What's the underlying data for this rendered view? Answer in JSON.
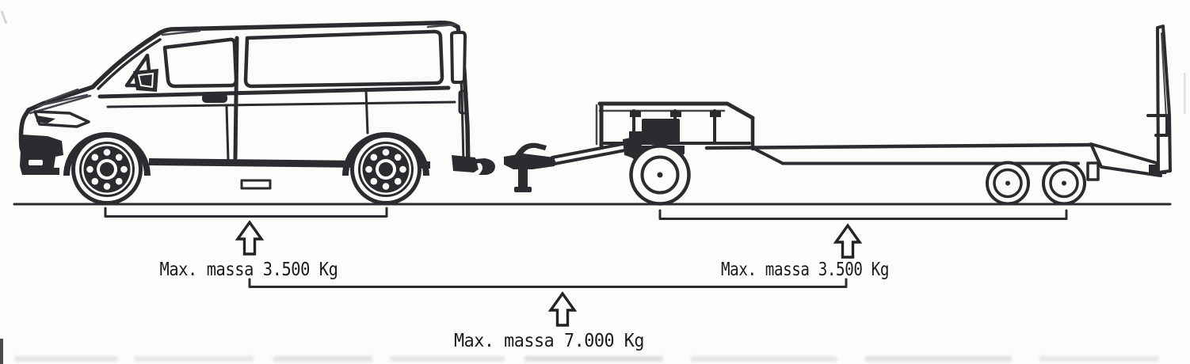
{
  "figure": {
    "kind": "scanned technical side-view diagram",
    "subject": "van towing a flatbed car-transporter trailer with maximum mass annotations",
    "ink_color": "#2b2b30",
    "paper_color": "#fcfcfa",
    "text_color": "#1b1b1e"
  },
  "annotations": {
    "van_mass": {
      "label": "Max. massa 3.500 Kg"
    },
    "trailer_mass": {
      "label": "Max. massa 3.500 Kg"
    },
    "combination_mass": {
      "label": "Max. massa 7.000 Kg"
    }
  }
}
